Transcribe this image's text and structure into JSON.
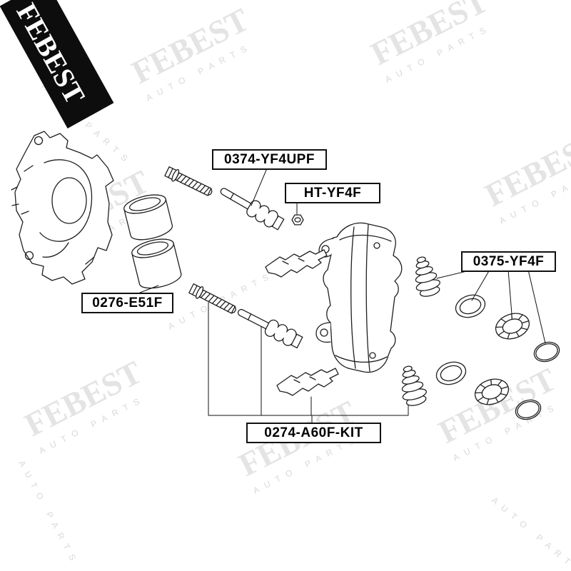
{
  "brand": {
    "name": "FEBEST",
    "tagline": "AUTO PARTS"
  },
  "part_labels": {
    "p0374": "0374-YF4UPF",
    "ht": "HT-YF4F",
    "p0375": "0375-YF4F",
    "p0276": "0276-E51F",
    "p0274": "0274-A60F-KIT"
  }
}
